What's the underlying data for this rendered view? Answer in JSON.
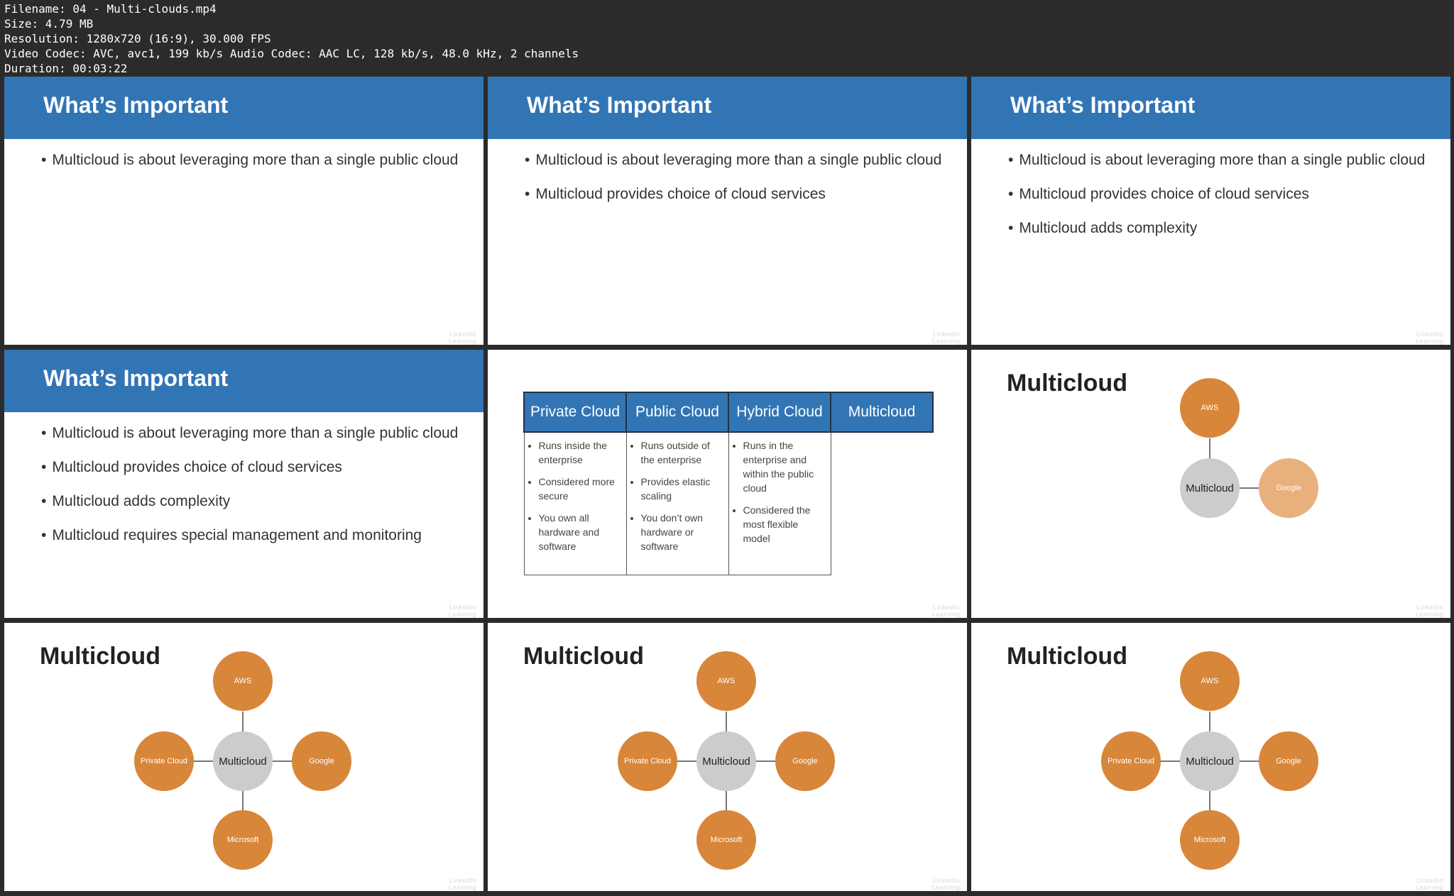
{
  "file_info": {
    "filename": "Filename: 04 - Multi-clouds.mp4",
    "size": "Size: 4.79 MB",
    "resolution": "Resolution: 1280x720 (16:9), 30.000 FPS",
    "codec": "Video Codec: AVC, avc1, 199 kb/s Audio Codec: AAC LC, 128 kb/s, 48.0 kHz, 2 channels",
    "duration": "Duration: 00:03:22"
  },
  "watermark": "LinkedIn Learning",
  "slides": {
    "important_title": "What’s Important",
    "bullets": [
      "Multicloud is about leveraging more than a single public cloud",
      "Multicloud provides choice of cloud services",
      "Multicloud adds complexity",
      "Multicloud requires special management and monitoring"
    ],
    "table": {
      "headers": [
        "Private Cloud",
        "Public Cloud",
        "Hybrid Cloud",
        "Multicloud"
      ],
      "private": [
        "Runs inside the enterprise",
        "Considered more secure",
        "You own all hardware and software"
      ],
      "public": [
        "Runs outside of the enterprise",
        "Provides elastic scaling",
        "You don’t own hardware or software"
      ],
      "hybrid": [
        "Runs in the enterprise and within the public cloud",
        "Considered the most flexible model"
      ]
    },
    "multicloud_title": "Multicloud",
    "nodes": {
      "center": "Multicloud",
      "aws": "AWS",
      "google": "Google",
      "private": "Private Cloud",
      "microsoft": "Microsoft"
    },
    "colors": {
      "banner": "#3275b5",
      "node_orange": "#d8863a",
      "node_light_orange": "#e8b07c",
      "node_gray": "#cccccc"
    }
  }
}
